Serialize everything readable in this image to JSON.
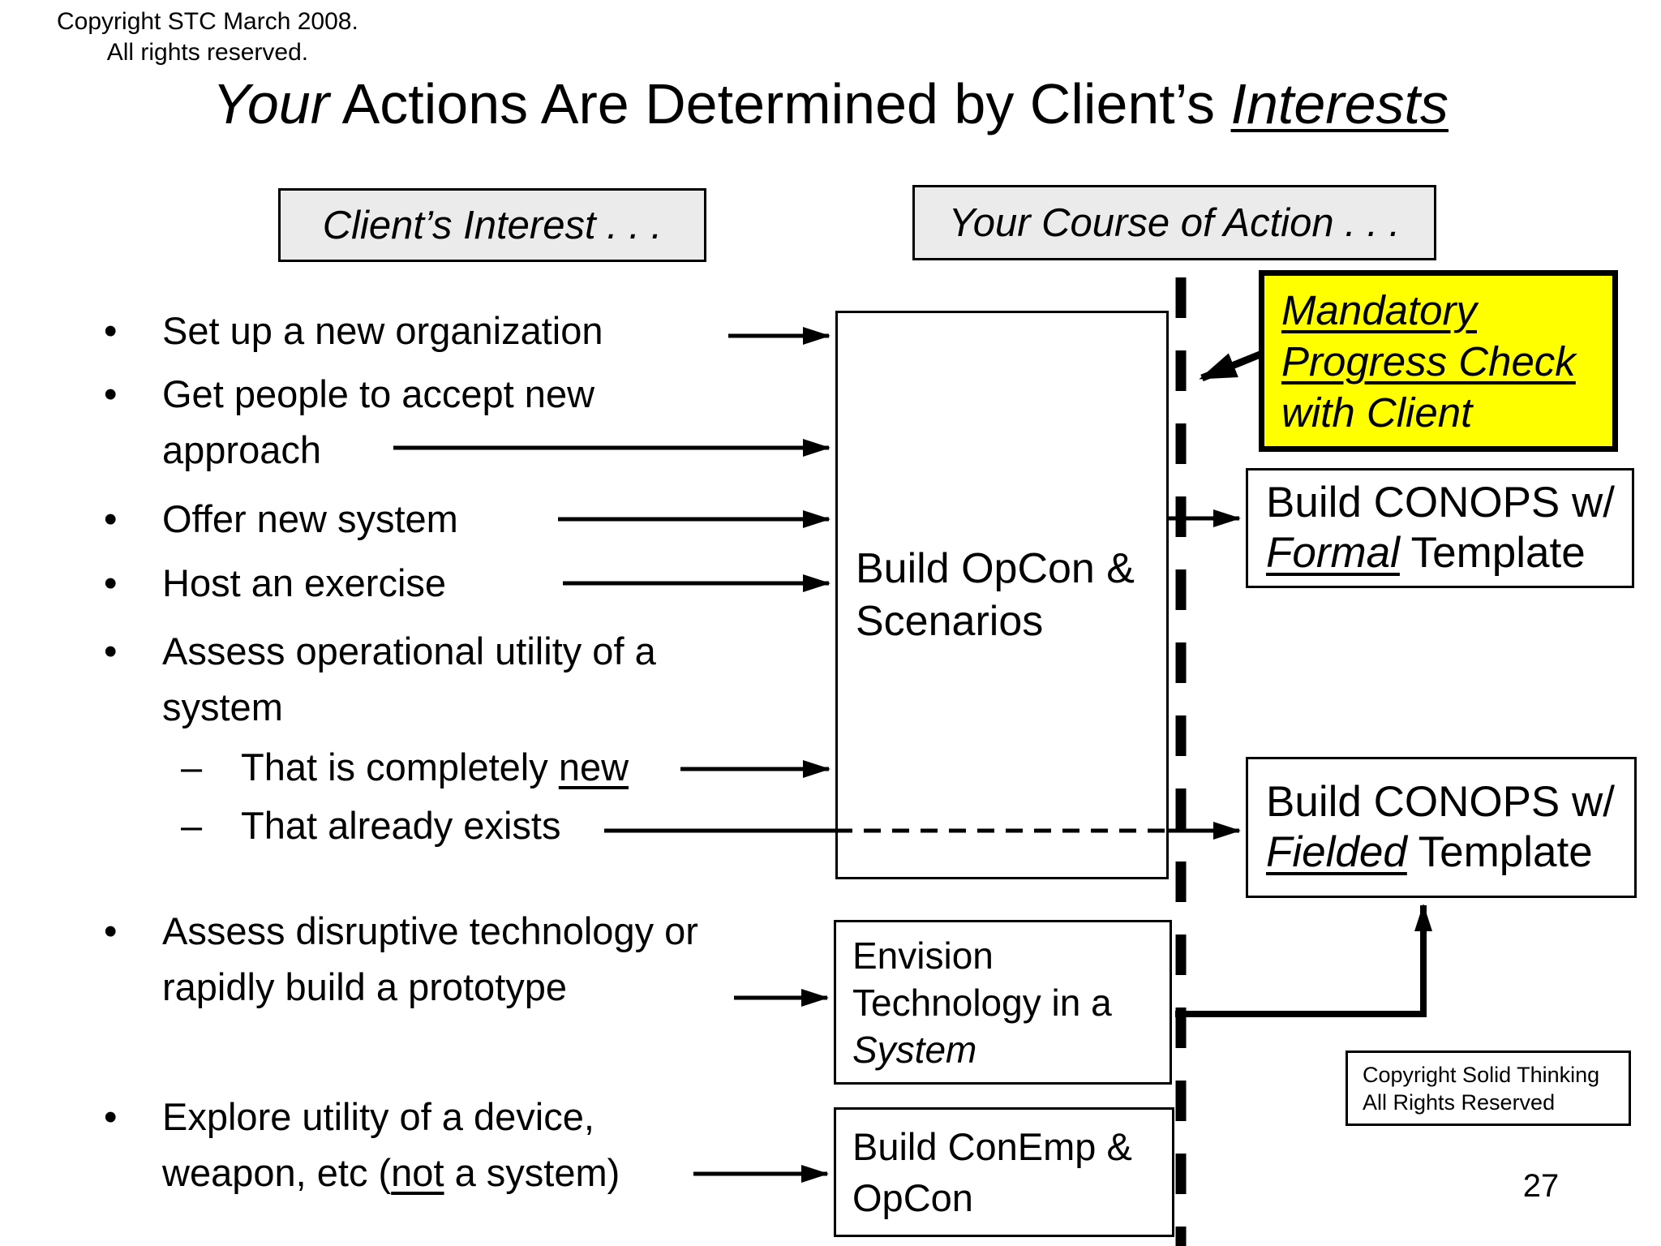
{
  "colors": {
    "ink": "#000000",
    "header_fill": "#ebebeb",
    "highlight": "#ffff00",
    "background": "#ffffff"
  },
  "top_copyright": {
    "line1": "Copyright STC March 2008.",
    "line2": "All rights reserved."
  },
  "title": {
    "segments": [
      {
        "t": "Your",
        "i": true
      },
      {
        "t": " Actions Are Determined by Client’s "
      },
      {
        "t": "Interests",
        "i": true,
        "u": true
      }
    ]
  },
  "column_headers": {
    "left": "Client’s Interest . . .",
    "right": "Your Course of Action . . ."
  },
  "bullets": [
    {
      "type": "main",
      "lines": [
        [
          {
            "t": "Set up a new organization"
          }
        ]
      ]
    },
    {
      "type": "main",
      "lines": [
        [
          {
            "t": "Get people to accept new"
          }
        ],
        [
          {
            "t": "approach"
          }
        ]
      ]
    },
    {
      "type": "main",
      "lines": [
        [
          {
            "t": "Offer new system"
          }
        ]
      ]
    },
    {
      "type": "main",
      "lines": [
        [
          {
            "t": "Host an exercise"
          }
        ]
      ]
    },
    {
      "type": "main",
      "lines": [
        [
          {
            "t": "Assess operational utility of a"
          }
        ],
        [
          {
            "t": "system"
          }
        ]
      ]
    },
    {
      "type": "sub",
      "lines": [
        [
          {
            "t": "That is completely "
          },
          {
            "t": "new",
            "u": true
          }
        ]
      ]
    },
    {
      "type": "sub",
      "lines": [
        [
          {
            "t": "That already exists"
          }
        ]
      ]
    },
    {
      "type": "main",
      "lines": [
        [
          {
            "t": "Assess disruptive technology or"
          }
        ],
        [
          {
            "t": "rapidly build a prototype"
          }
        ]
      ]
    },
    {
      "type": "main",
      "lines": [
        [
          {
            "t": "Explore utility of a device,"
          }
        ],
        [
          {
            "t": "weapon, etc ("
          },
          {
            "t": "not",
            "u": true
          },
          {
            "t": " a system)"
          }
        ]
      ]
    }
  ],
  "boxes": {
    "opcon": {
      "lines": [
        [
          {
            "t": "Build OpCon &"
          }
        ],
        [
          {
            "t": "Scenarios"
          }
        ]
      ]
    },
    "mandatory": {
      "lines": [
        [
          {
            "t": "Mandatory ",
            "i": true,
            "u": true
          }
        ],
        [
          {
            "t": "Progress Check",
            "i": true,
            "u": true
          }
        ],
        [
          {
            "t": "with Client",
            "i": true
          }
        ]
      ]
    },
    "formal": {
      "lines": [
        [
          {
            "t": "Build CONOPS w/"
          }
        ],
        [
          {
            "t": "Formal",
            "i": true,
            "u": true
          },
          {
            "t": " Template"
          }
        ]
      ]
    },
    "fielded": {
      "lines": [
        [
          {
            "t": "Build CONOPS w/"
          }
        ],
        [
          {
            "t": "Fielded",
            "i": true,
            "u": true
          },
          {
            "t": " Template"
          }
        ]
      ]
    },
    "envision": {
      "lines": [
        [
          {
            "t": "Envision"
          }
        ],
        [
          {
            "t": "Technology in a"
          }
        ],
        [
          {
            "t": "System",
            "i": true
          }
        ]
      ]
    },
    "conemp": {
      "lines": [
        [
          {
            "t": "Build ConEmp &"
          }
        ],
        [
          {
            "t": "OpCon"
          }
        ]
      ]
    }
  },
  "footer": {
    "copyright": {
      "line1": "Copyright Solid Thinking",
      "line2": "All Rights Reserved"
    },
    "page_number": "27"
  }
}
